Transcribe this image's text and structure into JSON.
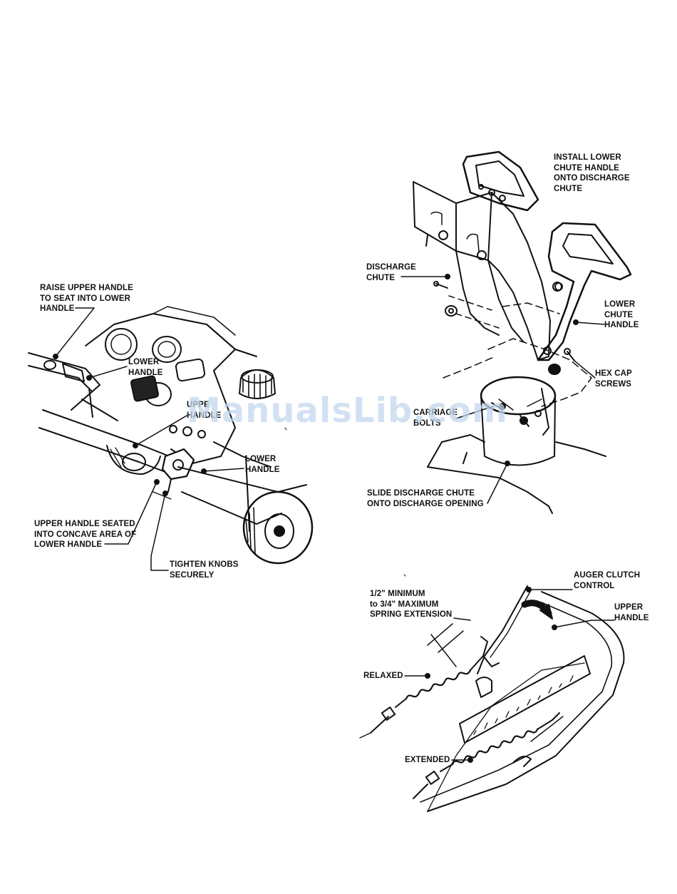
{
  "panels": {
    "handle_assembly": {
      "labels": {
        "raise_upper": "RAISE UPPER HANDLE\nTO SEAT INTO LOWER\nHANDLE",
        "lower_handle_1": "LOWER\nHANDLE",
        "upper_handle_partial": "UPPE\nHANDLE",
        "lower_handle_2": "LOWER\nHANDLE",
        "upper_seated": "UPPER HANDLE SEATED\nINTO CONCAVE AREA OF\nLOWER HANDLE",
        "tighten_knobs": "TIGHTEN KNOBS\nSECURELY"
      }
    },
    "chute_assembly": {
      "labels": {
        "install_lower": "INSTALL LOWER\nCHUTE HANDLE\nONTO DISCHARGE\nCHUTE",
        "discharge_chute": "DISCHARGE\nCHUTE",
        "lower_chute_handle": "LOWER\nCHUTE\nHANDLE",
        "hex_cap": "HEX CAP\nSCREWS",
        "carriage_bolts": "CARRIAGE\nBOLTS",
        "slide_chute": "SLIDE DISCHARGE CHUTE\nONTO DISCHARGE OPENING"
      }
    },
    "spring_adjustment": {
      "labels": {
        "auger_clutch": "AUGER CLUTCH\nCONTROL",
        "spring_extension": "1/2\" MINIMUM\nto 3/4\" MAXIMUM\nSPRING EXTENSION",
        "upper_handle": "UPPER\nHANDLE",
        "relaxed": "RELAXED",
        "extended": "EXTENDED"
      }
    }
  },
  "watermark": "ManualsLib.com"
}
